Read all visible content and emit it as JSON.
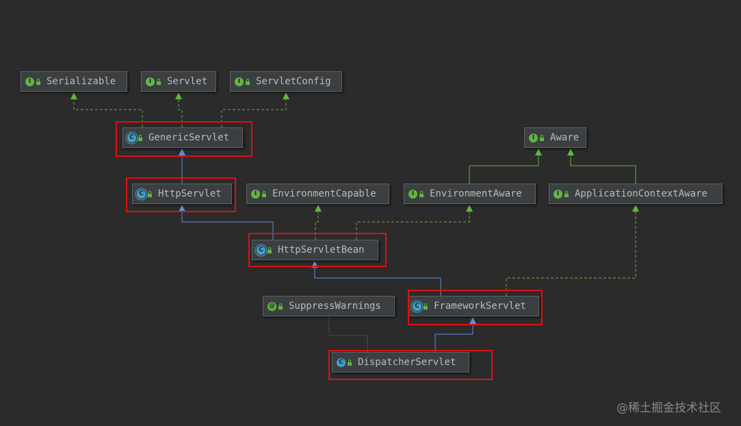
{
  "nodes": {
    "serializable": {
      "label": "Serializable",
      "icon": "interface-icon"
    },
    "servlet": {
      "label": "Servlet",
      "icon": "interface-icon"
    },
    "servlet_config": {
      "label": "ServletConfig",
      "icon": "interface-icon"
    },
    "generic_servlet": {
      "label": "GenericServlet",
      "icon": "abstract-class-icon"
    },
    "aware": {
      "label": "Aware",
      "icon": "interface-icon"
    },
    "http_servlet": {
      "label": "HttpServlet",
      "icon": "abstract-class-icon"
    },
    "environment_capable": {
      "label": "EnvironmentCapable",
      "icon": "interface-icon"
    },
    "environment_aware": {
      "label": "EnvironmentAware",
      "icon": "interface-icon"
    },
    "application_context_aware": {
      "label": "ApplicationContextAware",
      "icon": "interface-icon"
    },
    "http_servlet_bean": {
      "label": "HttpServletBean",
      "icon": "abstract-class-icon"
    },
    "suppress_warnings": {
      "label": "SuppressWarnings",
      "icon": "annotation-icon"
    },
    "framework_servlet": {
      "label": "FrameworkServlet",
      "icon": "abstract-class-icon"
    },
    "dispatcher_servlet": {
      "label": "DispatcherServlet",
      "icon": "class-icon"
    }
  },
  "icon_letters": {
    "interface": "I",
    "class": "C",
    "annotation": "@"
  },
  "colors": {
    "background": "#2b2b2b",
    "node_fill": "#3c3f41",
    "implements_edge": "#62b543",
    "extends_edge": "#5c8fd6",
    "highlight": "#e01010"
  },
  "watermark": "@稀土掘金技术社区"
}
